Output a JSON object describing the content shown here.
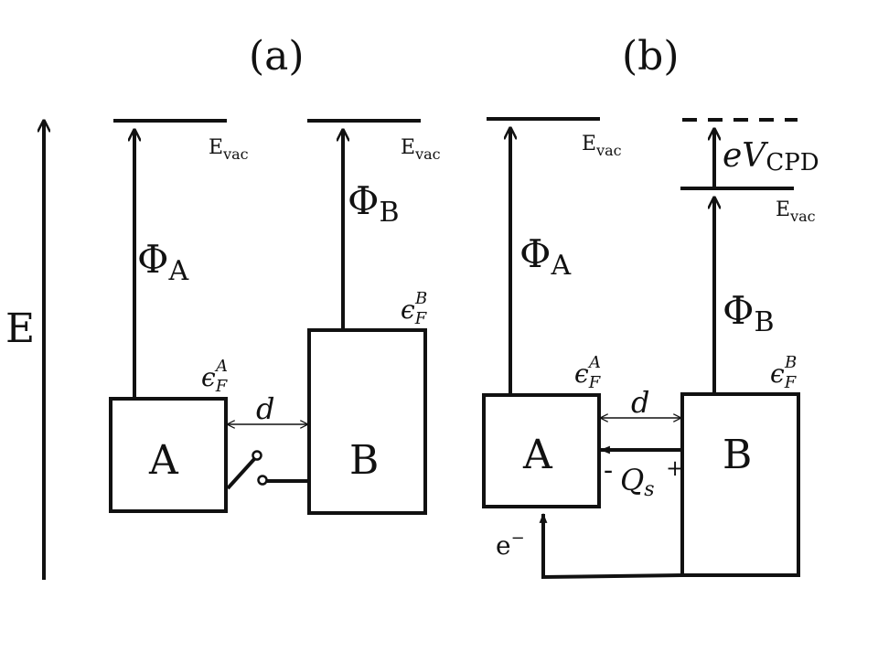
{
  "panels": {
    "a": {
      "label": "(a)",
      "evac_left": "E",
      "evac_left_sub": "vac",
      "evac_right": "E",
      "evac_right_sub": "vac",
      "phi_a": "Φ",
      "phi_a_sub": "A",
      "phi_b": "Φ",
      "phi_b_sub": "B",
      "fermi_a": "ϵ",
      "fermi_a_sub": "F",
      "fermi_a_sup": "A",
      "fermi_b": "ϵ",
      "fermi_b_sub": "F",
      "fermi_b_sup": "B",
      "gap": "d",
      "block_a": "A",
      "block_b": "B"
    },
    "b": {
      "label": "(b)",
      "evac_left": "E",
      "evac_left_sub": "vac",
      "evac_right": "E",
      "evac_right_sub": "vac",
      "cpd": "eV",
      "cpd_sub": "CPD",
      "phi_a": "Φ",
      "phi_a_sub": "A",
      "phi_b": "Φ",
      "phi_b_sub": "B",
      "fermi_a": "ϵ",
      "fermi_a_sub": "F",
      "fermi_a_sup": "A",
      "fermi_b": "ϵ",
      "fermi_b_sub": "F",
      "fermi_b_sup": "B",
      "gap": "d",
      "block_a": "A",
      "block_b": "B",
      "charge_minus": "-",
      "charge": "Q",
      "charge_sub": "s",
      "charge_plus": "+",
      "electron": "e",
      "electron_sup": "−"
    }
  },
  "energy_axis": {
    "label": "E"
  }
}
